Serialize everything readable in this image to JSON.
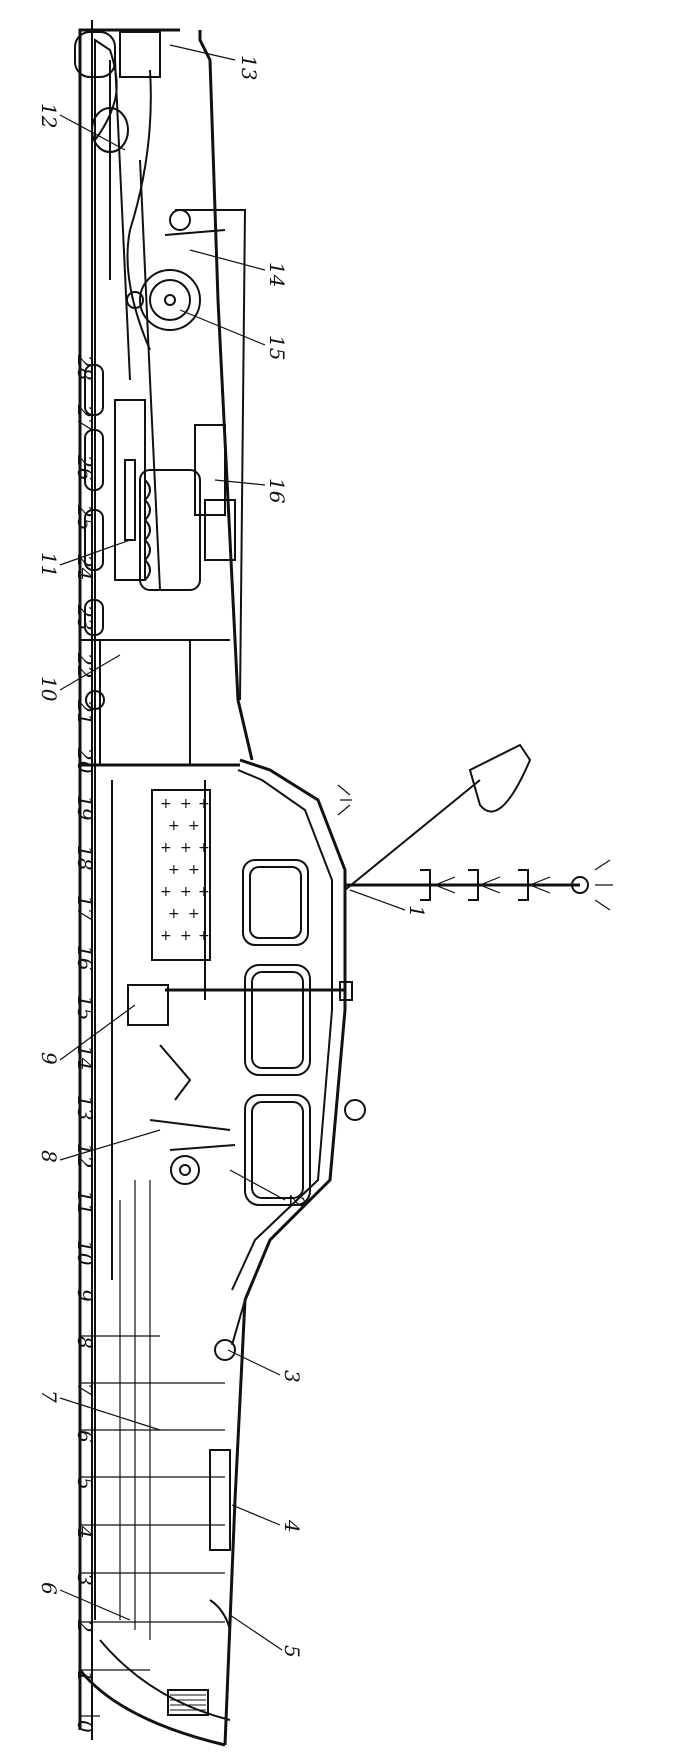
{
  "frame_numbers": [
    "0",
    "1",
    "2",
    "3",
    "4",
    "5",
    "6",
    "7",
    "8",
    "9",
    "10",
    "11",
    "12",
    "13",
    "14",
    "15",
    "16",
    "17",
    "18",
    "19",
    "20",
    "21",
    "22",
    "23",
    "24",
    "25",
    "26",
    "27",
    "28"
  ],
  "callouts": [
    "1",
    "2",
    "3",
    "4",
    "5",
    "6",
    "7",
    "8",
    "9",
    "10",
    "11",
    "12",
    "13",
    "14",
    "15",
    "16"
  ]
}
